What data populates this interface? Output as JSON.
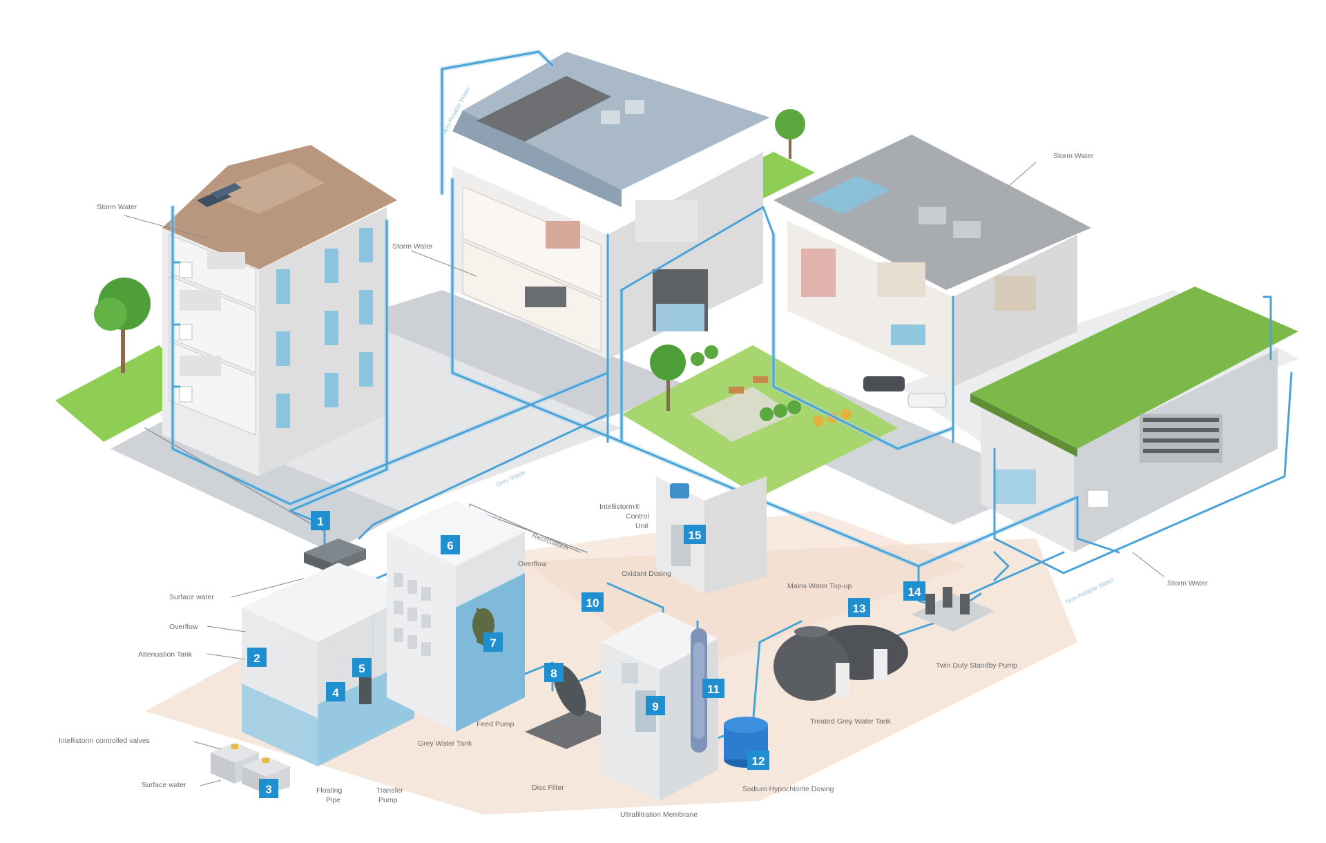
{
  "colors": {
    "pipe": "#4aa3d6",
    "pipe_light": "#a9d3ec",
    "badge": "#1f8fd0",
    "grass": "#7cc243",
    "roof_brown": "#b9977e",
    "roof_grey": "#a3a8ad",
    "road": "#c9cdd1",
    "ground_tint": "#f6e7dc",
    "tank_water": "#6fb3d8"
  },
  "labels": {
    "storm_water_left": "Storm Water",
    "storm_water_mid": "Storm Water",
    "storm_water_right": "Storm Water",
    "storm_water_bottom": "Storm Water",
    "non_potable_top": "Non-Potable Water",
    "non_potable_bottom": "Non-Potable Water",
    "grey_water": "Grey Water",
    "surface_water_top": "Surface water",
    "overflow_left": "Overflow",
    "attenuation_tank": "Attenuation Tank",
    "controlled_valves": "Intellistorm controlled valves",
    "surface_water_bottom": "Surface water",
    "floating_pipe": [
      "Floating",
      "Pipe"
    ],
    "transfer_pump": [
      "Transfer",
      "Pump"
    ],
    "grey_water_tank": "Grey Water Tank",
    "feed_pump": "Feed Pump",
    "disc_filter": "Disc Filter",
    "ultrafiltration_membrane": "Ultrafiltration Membrane",
    "sodium_hypochlorite_dosing": "Sodium Hypochlorite Dosing",
    "oxidant_dosing": "Oxidant Dosing",
    "overflow_mid": "Overflow",
    "recirculation": "Recirculation",
    "control_unit": [
      "Intellistorm®",
      "Control",
      "Unit"
    ],
    "mains_water_top_up": "Mains Water Top-up",
    "treated_grey_water_tank": "Treated Grey Water Tank",
    "twin_duty_pump": "Twin Duty Standby Pump"
  },
  "badges": [
    "1",
    "2",
    "3",
    "4",
    "5",
    "6",
    "7",
    "8",
    "9",
    "10",
    "11",
    "12",
    "13",
    "14",
    "15"
  ]
}
